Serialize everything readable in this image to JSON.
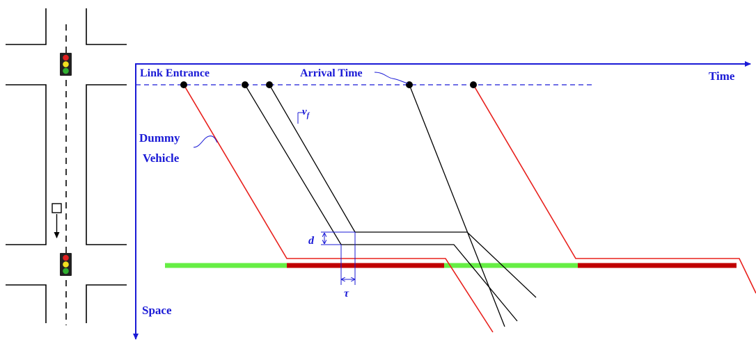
{
  "labels": {
    "link_entrance": "Link Entrance",
    "arrival_time": "Arrival Time",
    "time_axis": "Time",
    "space_axis": "Space",
    "dummy_vehicle_line1": "Dummy",
    "dummy_vehicle_line2": "Vehicle",
    "free_flow_speed_symbol": "v",
    "free_flow_speed_subscript": "f",
    "spacing_symbol": "d",
    "headway_symbol": "τ"
  },
  "signal_phases": [
    {
      "state": "green"
    },
    {
      "state": "red"
    },
    {
      "state": "green"
    },
    {
      "state": "red"
    }
  ],
  "trajectories": [
    {
      "kind": "dummy-vehicle"
    },
    {
      "kind": "vehicle"
    },
    {
      "kind": "vehicle"
    },
    {
      "kind": "vehicle"
    },
    {
      "kind": "dummy-vehicle"
    }
  ],
  "colors": {
    "axis": "#1a1ad6",
    "dummy_trajectory": "#e8201c",
    "vehicle_trajectory": "#000000",
    "green_phase": "#66ee44",
    "red_phase": "#c00000",
    "signal_red": "#e02020",
    "signal_yellow": "#f0e020",
    "signal_green": "#30b030"
  },
  "icons": [
    "traffic-light-icon",
    "vehicle-icon"
  ]
}
